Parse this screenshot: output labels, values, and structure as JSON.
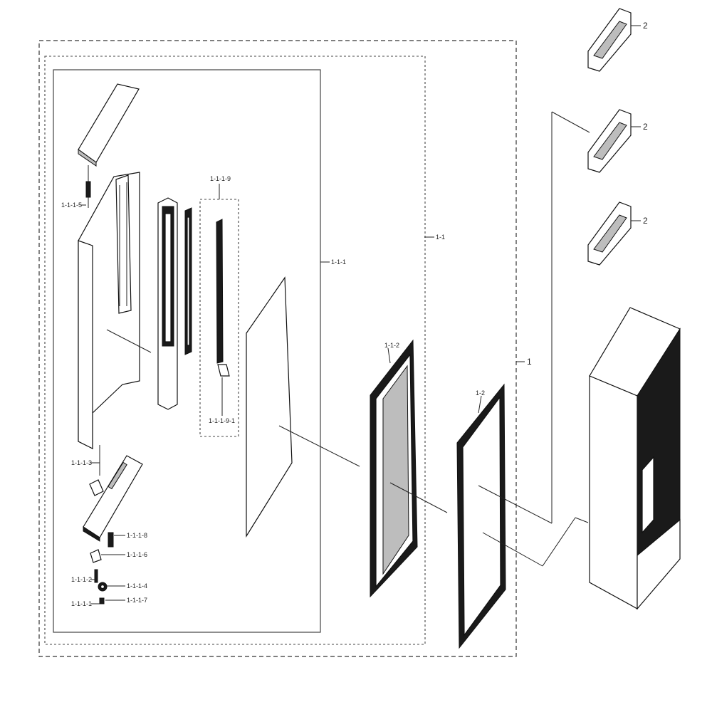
{
  "labels": {
    "p_2_top": "2",
    "p_2_mid": "2",
    "p_2_low": "2",
    "p_1": "1",
    "p_1_1": "1-1",
    "p_1_2": "1-2",
    "p_1_1_1": "1-1-1",
    "p_1_1_2": "1-1-2",
    "p_1_1_1_1": "1-1-1-1",
    "p_1_1_1_2": "1-1-1-2",
    "p_1_1_1_3": "1-1-1-3",
    "p_1_1_1_4": "1-1-1-4",
    "p_1_1_1_5": "1-1-1-5",
    "p_1_1_1_6": "1-1-1-6",
    "p_1_1_1_7": "1-1-1-7",
    "p_1_1_1_8": "1-1-1-8",
    "p_1_1_1_9": "1-1-1-9",
    "p_1_1_1_9_1": "1-1-1-9-1"
  },
  "colors": {
    "line": "#111111",
    "fill": "#ffffff",
    "dark_fill": "#1a1a1a"
  }
}
